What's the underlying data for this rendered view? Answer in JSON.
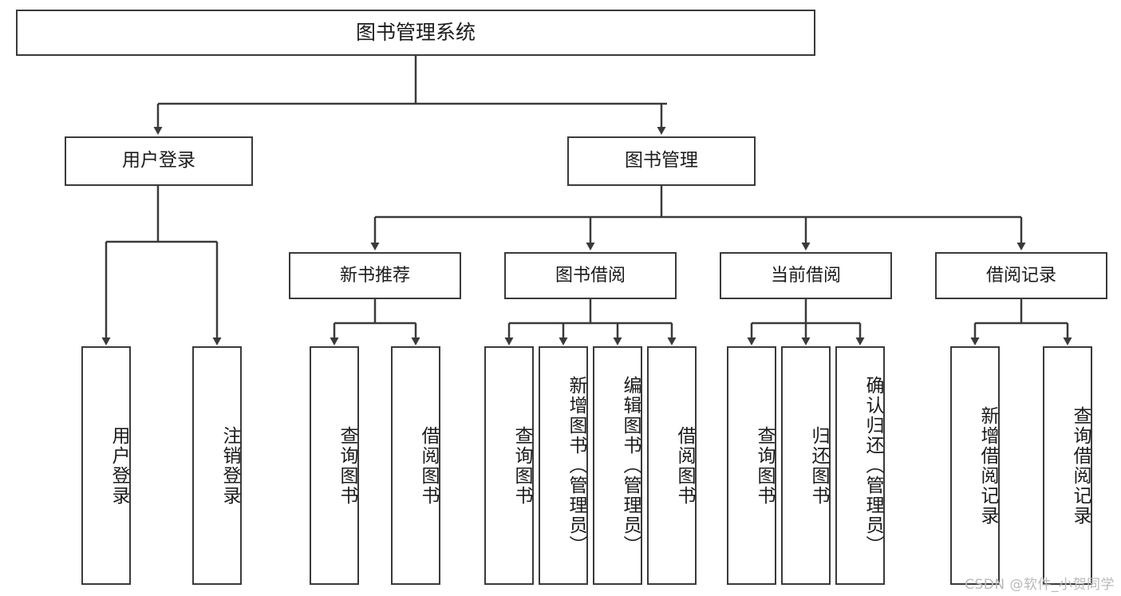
{
  "diagram": {
    "type": "tree",
    "title": "图书管理系统",
    "watermark": "CSDN @软件_小贺同学",
    "root": {
      "label": "图书管理系统",
      "children": [
        {
          "label": "用户登录",
          "children": [
            {
              "label": "用户登录"
            },
            {
              "label": "注销登录"
            }
          ]
        },
        {
          "label": "图书管理",
          "children": [
            {
              "label": "新书推荐",
              "children": [
                {
                  "label": "查询图书"
                },
                {
                  "label": "借阅图书"
                }
              ]
            },
            {
              "label": "图书借阅",
              "children": [
                {
                  "label": "查询图书"
                },
                {
                  "label": "新增图书（管理员）"
                },
                {
                  "label": "编辑图书（管理员）"
                },
                {
                  "label": "借阅图书"
                }
              ]
            },
            {
              "label": "当前借阅",
              "children": [
                {
                  "label": "查询图书"
                },
                {
                  "label": "归还图书"
                },
                {
                  "label": "确认归还（管理员）"
                }
              ]
            },
            {
              "label": "借阅记录",
              "children": [
                {
                  "label": "新增借阅记录"
                },
                {
                  "label": "查询借阅记录"
                }
              ]
            }
          ]
        }
      ]
    },
    "nodes": {
      "root": "图书管理系统",
      "user_login": "用户登录",
      "book_manage": "图书管理",
      "new_book_rec": "新书推荐",
      "book_borrow": "图书借阅",
      "current_borrow": "当前借阅",
      "borrow_record": "借阅记录",
      "leaf_user_login": "用户登录",
      "leaf_user_logout": "注销登录",
      "leaf_rec_query": "查询图书",
      "leaf_rec_borrow": "借阅图书",
      "leaf_borrow_query": "查询图书",
      "leaf_borrow_add": "新增图书（管理员）",
      "leaf_borrow_edit": "编辑图书（管理员）",
      "leaf_borrow_borrow": "借阅图书",
      "leaf_cur_query": "查询图书",
      "leaf_cur_return": "归还图书",
      "leaf_cur_confirm": "确认归还（管理员）",
      "leaf_rec_add": "新增借阅记录",
      "leaf_rec_search": "查询借阅记录"
    },
    "colors": {
      "border": "#3a3a3a",
      "text": "#1b1b1b",
      "background": "#ffffff",
      "watermark": "#b9b9b9"
    }
  }
}
